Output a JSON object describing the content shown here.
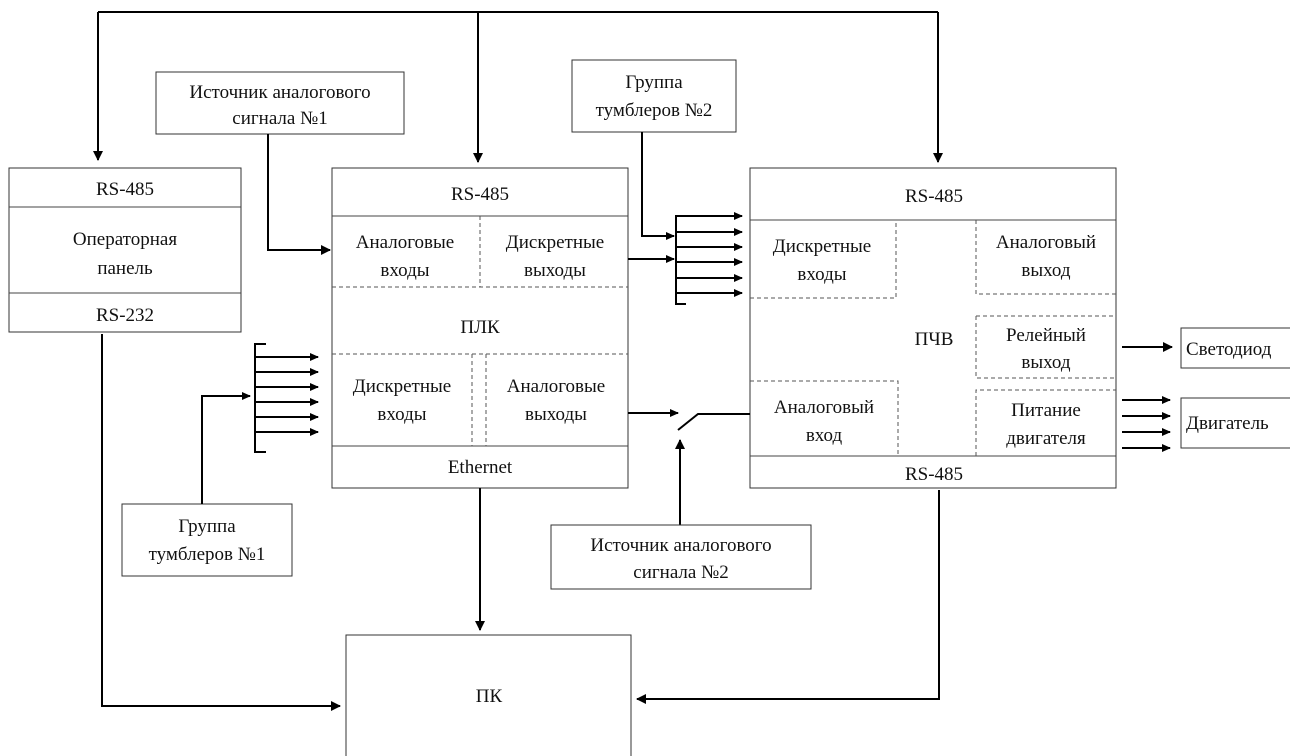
{
  "operator_panel": {
    "rs485": "RS-485",
    "name_line1": "Операторная",
    "name_line2": "панель",
    "rs232": "RS-232"
  },
  "plc": {
    "rs485": "RS-485",
    "analog_inputs": [
      "Аналоговые",
      "входы"
    ],
    "discrete_outputs": [
      "Дискретные",
      "выходы"
    ],
    "name": "ПЛК",
    "discrete_inputs": [
      "Дискретные",
      "входы"
    ],
    "analog_outputs": [
      "Аналоговые",
      "выходы"
    ],
    "ethernet": "Ethernet"
  },
  "vfd": {
    "rs485_top": "RS-485",
    "discrete_inputs": [
      "Дискретные",
      "входы"
    ],
    "analog_output": [
      "Аналоговый",
      "выход"
    ],
    "name": "ПЧВ",
    "relay_output": [
      "Релейный",
      "выход"
    ],
    "analog_input": [
      "Аналоговый",
      "вход"
    ],
    "motor_power": [
      "Питание",
      "двигателя"
    ],
    "rs485_bottom": "RS-485"
  },
  "analog_source_1": [
    "Источник аналогового",
    "сигнала №1"
  ],
  "analog_source_2": [
    "Источник аналогового",
    "сигнала №2"
  ],
  "switch_group_1": [
    "Группа",
    "тумблеров №1"
  ],
  "switch_group_2": [
    "Группа",
    "тумблеров №2"
  ],
  "led": "Светодиод",
  "motor": "Двигатель",
  "pc": "ПК"
}
